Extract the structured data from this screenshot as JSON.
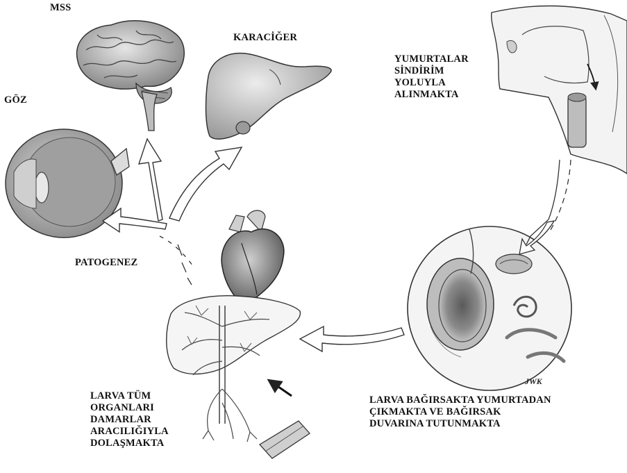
{
  "labels": {
    "mss": "MSS",
    "karaciger": "KARACİĞER",
    "goz": "GÖZ",
    "patogenez": "PATOGENEZ",
    "ingestion": [
      "YUMURTALAR",
      "SİNDİRİM",
      "YOLUYLA",
      "ALINMAKTA"
    ],
    "larva_intestine": [
      "LARVA BAĞIRSAKTA YUMURTADAN",
      "ÇIKMAKTA VE BAĞIRSAK",
      "DUVARINA TUTUNMAKTA"
    ],
    "larva_circulation": [
      "LARVA TÜM",
      "ORGANLARI",
      "DAMARLAR",
      "ARACILIĞIYLA",
      "DOLAŞMAKTA"
    ]
  },
  "signature": "JWK"
}
